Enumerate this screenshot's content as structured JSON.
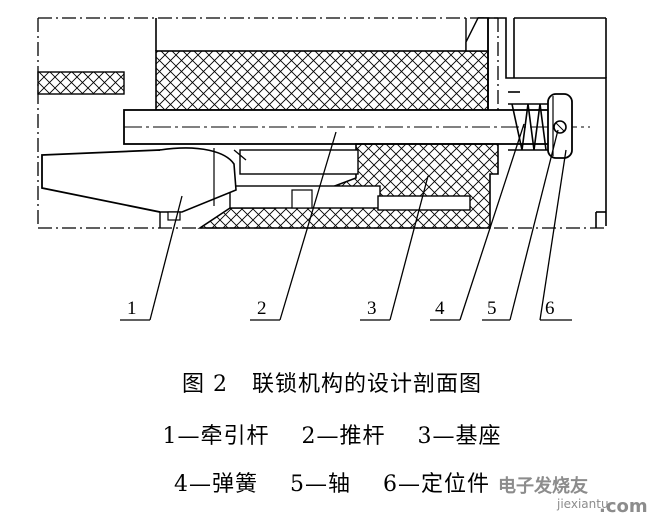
{
  "figure": {
    "callouts": [
      "1",
      "2",
      "3",
      "4",
      "5",
      "6"
    ],
    "caption": {
      "title": "图 2   联锁机构的设计剖面图",
      "legend_line1": "1—牵引杆    2—推杆    3—基座",
      "legend_line2": "4—弹簧    5—轴    6—定位件"
    }
  },
  "watermark": {
    "site_name": "电子发烧友",
    "domain_text": "jiexiantu",
    "suffix": ".com"
  }
}
